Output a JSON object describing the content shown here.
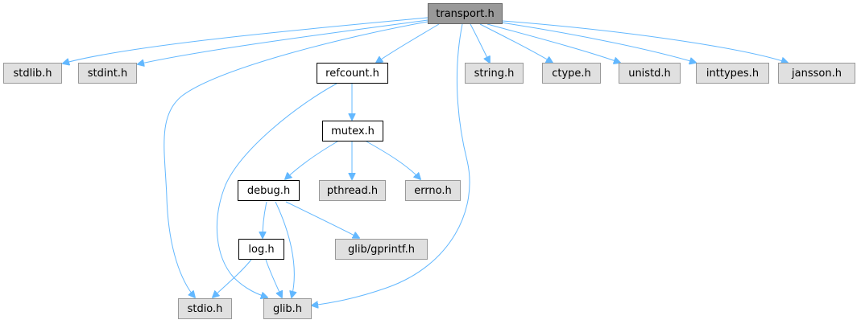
{
  "nodes": {
    "transport": "transport.h",
    "stdlib": "stdlib.h",
    "stdint": "stdint.h",
    "refcount": "refcount.h",
    "string": "string.h",
    "ctype": "ctype.h",
    "unistd": "unistd.h",
    "inttypes": "inttypes.h",
    "jansson": "jansson.h",
    "mutex": "mutex.h",
    "debug": "debug.h",
    "pthread": "pthread.h",
    "errno": "errno.h",
    "log": "log.h",
    "gprintf": "glib/gprintf.h",
    "stdio": "stdio.h",
    "glib": "glib.h"
  },
  "colors": {
    "edge": "#63b8ff",
    "root_fill": "#999999",
    "system_header_fill": "#e0e0e0",
    "local_header_fill": "#ffffff"
  }
}
